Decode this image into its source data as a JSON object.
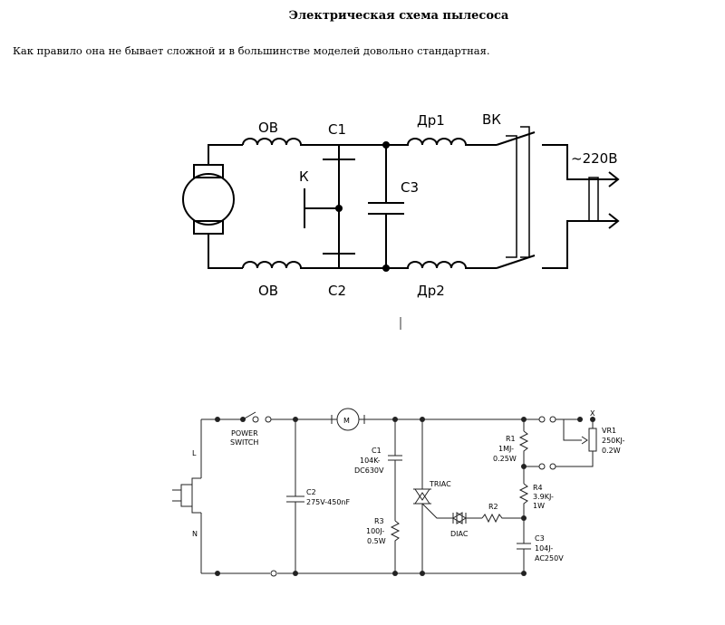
{
  "page": {
    "title": "Электрическая схема пылесоса",
    "intro": "Как правило она не бывает сложной и в большинстве моделей довольно стандартная."
  },
  "diagram1": {
    "labels": {
      "ov_top": "ОВ",
      "c1": "С1",
      "dr1": "Др1",
      "vk": "ВК",
      "k": "К",
      "c3": "С3",
      "voltage": "~220В",
      "ov_bottom": "ОВ",
      "c2": "С2",
      "dr2": "Др2"
    }
  },
  "diagram2": {
    "labels": {
      "l": "L",
      "n": "N",
      "power_switch_1": "POWER",
      "power_switch_2": "SWITCH",
      "motor": "M",
      "c2_name": "C2",
      "c2_val": "275V-450nF",
      "c1_name": "C1",
      "c1_val1": "104K-",
      "c1_val2": "DC630V",
      "r3_name": "R3",
      "r3_val1": "100J-",
      "r3_val2": "0.5W",
      "triac": "TRIAC",
      "diac": "DIAC",
      "r2": "R2",
      "r1_name": "R1",
      "r1_val1": "1MJ-",
      "r1_val2": "0.25W",
      "r4_name": "R4",
      "r4_val1": "3.9KJ-",
      "r4_val2": "1W",
      "c3_name": "C3",
      "c3_val1": "104J-",
      "c3_val2": "AC250V",
      "x": "X",
      "vr1_name": "VR1",
      "vr1_val1": "250KJ-",
      "vr1_val2": "0.2W"
    }
  }
}
